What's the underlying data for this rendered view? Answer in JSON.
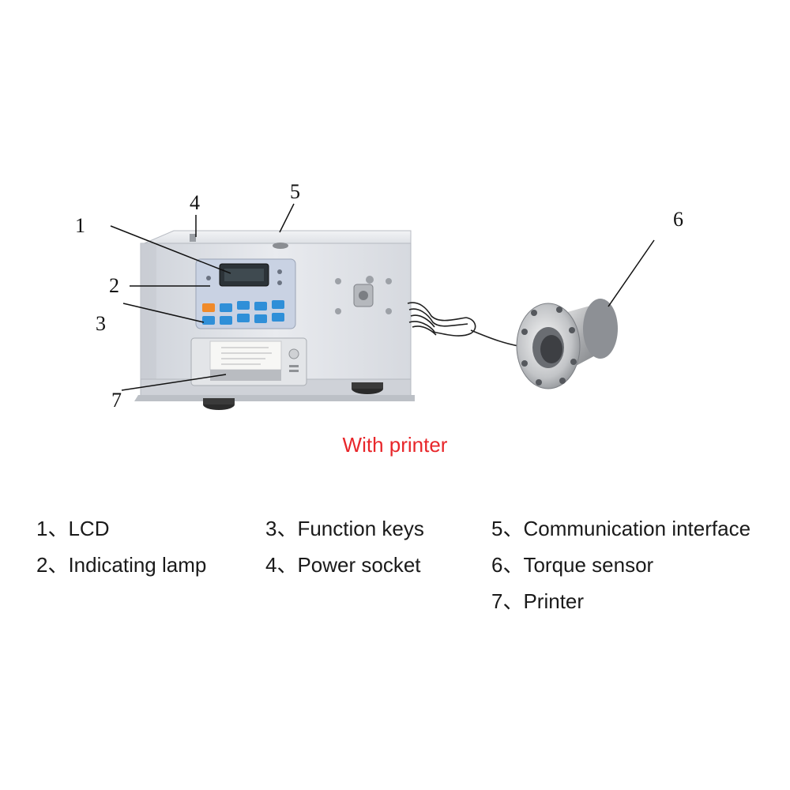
{
  "callouts": [
    "1",
    "2",
    "3",
    "4",
    "5",
    "6",
    "7"
  ],
  "caption": "With printer",
  "legend": {
    "columns": [
      [
        "1、LCD",
        "2、Indicating lamp"
      ],
      [
        "3、Function keys",
        "4、Power socket"
      ],
      [
        "5、Communication interface",
        "6、Torque sensor",
        "7、Printer"
      ]
    ]
  },
  "colors": {
    "caption": "#e8262a",
    "housing": "#dfe2e8",
    "keys_blue": "#2f8fd8",
    "key_orange": "#f08a2a",
    "lcd": "#2c3338"
  }
}
